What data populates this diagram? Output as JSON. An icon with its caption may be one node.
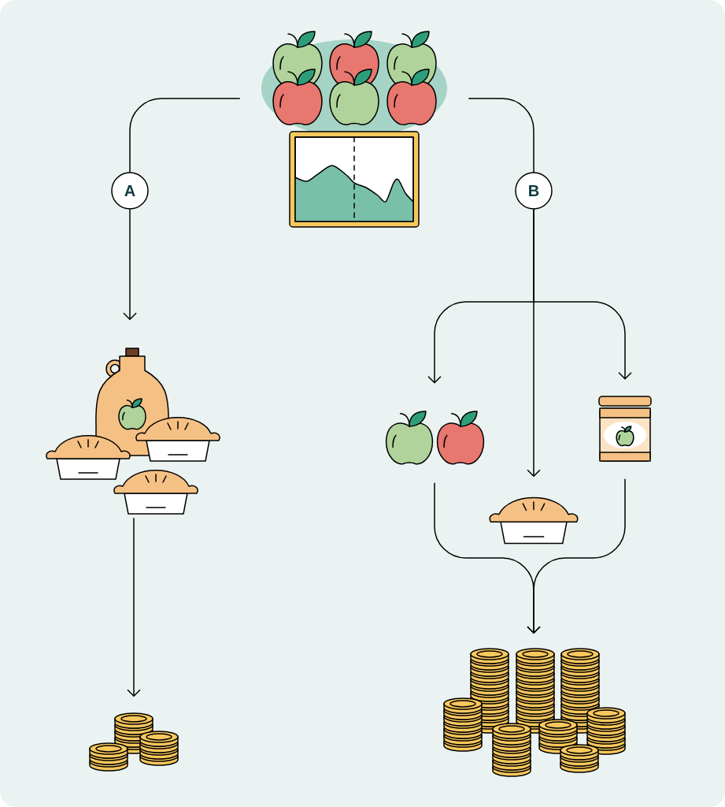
{
  "diagram": {
    "nodes": [
      {
        "text": [],
        "shape": "picture"
      },
      {
        "text": [
          "A"
        ]
      },
      {
        "text": [
          "B"
        ]
      },
      {
        "text": [],
        "shape": "picture"
      },
      {
        "text": [],
        "shape": "picture"
      },
      {
        "text": [],
        "shape": "picture"
      },
      {
        "text": [],
        "shape": "picture"
      },
      {
        "text": [],
        "shape": "picture"
      },
      {
        "text": [],
        "shape": "picture"
      }
    ],
    "edges": [
      {
        "from": 0,
        "to": 1,
        "arrow": "none"
      },
      {
        "from": 1,
        "to": 3,
        "arrow": "to"
      },
      {
        "from": 0,
        "to": 2,
        "arrow": "none"
      },
      {
        "from": 2,
        "to": 7,
        "arrow": "to"
      },
      {
        "from": 2,
        "to": 5,
        "arrow": "to"
      },
      {
        "from": 2,
        "to": 6,
        "arrow": "to"
      },
      {
        "from": 3,
        "to": 4,
        "arrow": "to"
      },
      {
        "from": 5,
        "to": 8,
        "arrow": "to"
      },
      {
        "from": 6,
        "to": 8,
        "arrow": "to"
      }
    ]
  }
}
